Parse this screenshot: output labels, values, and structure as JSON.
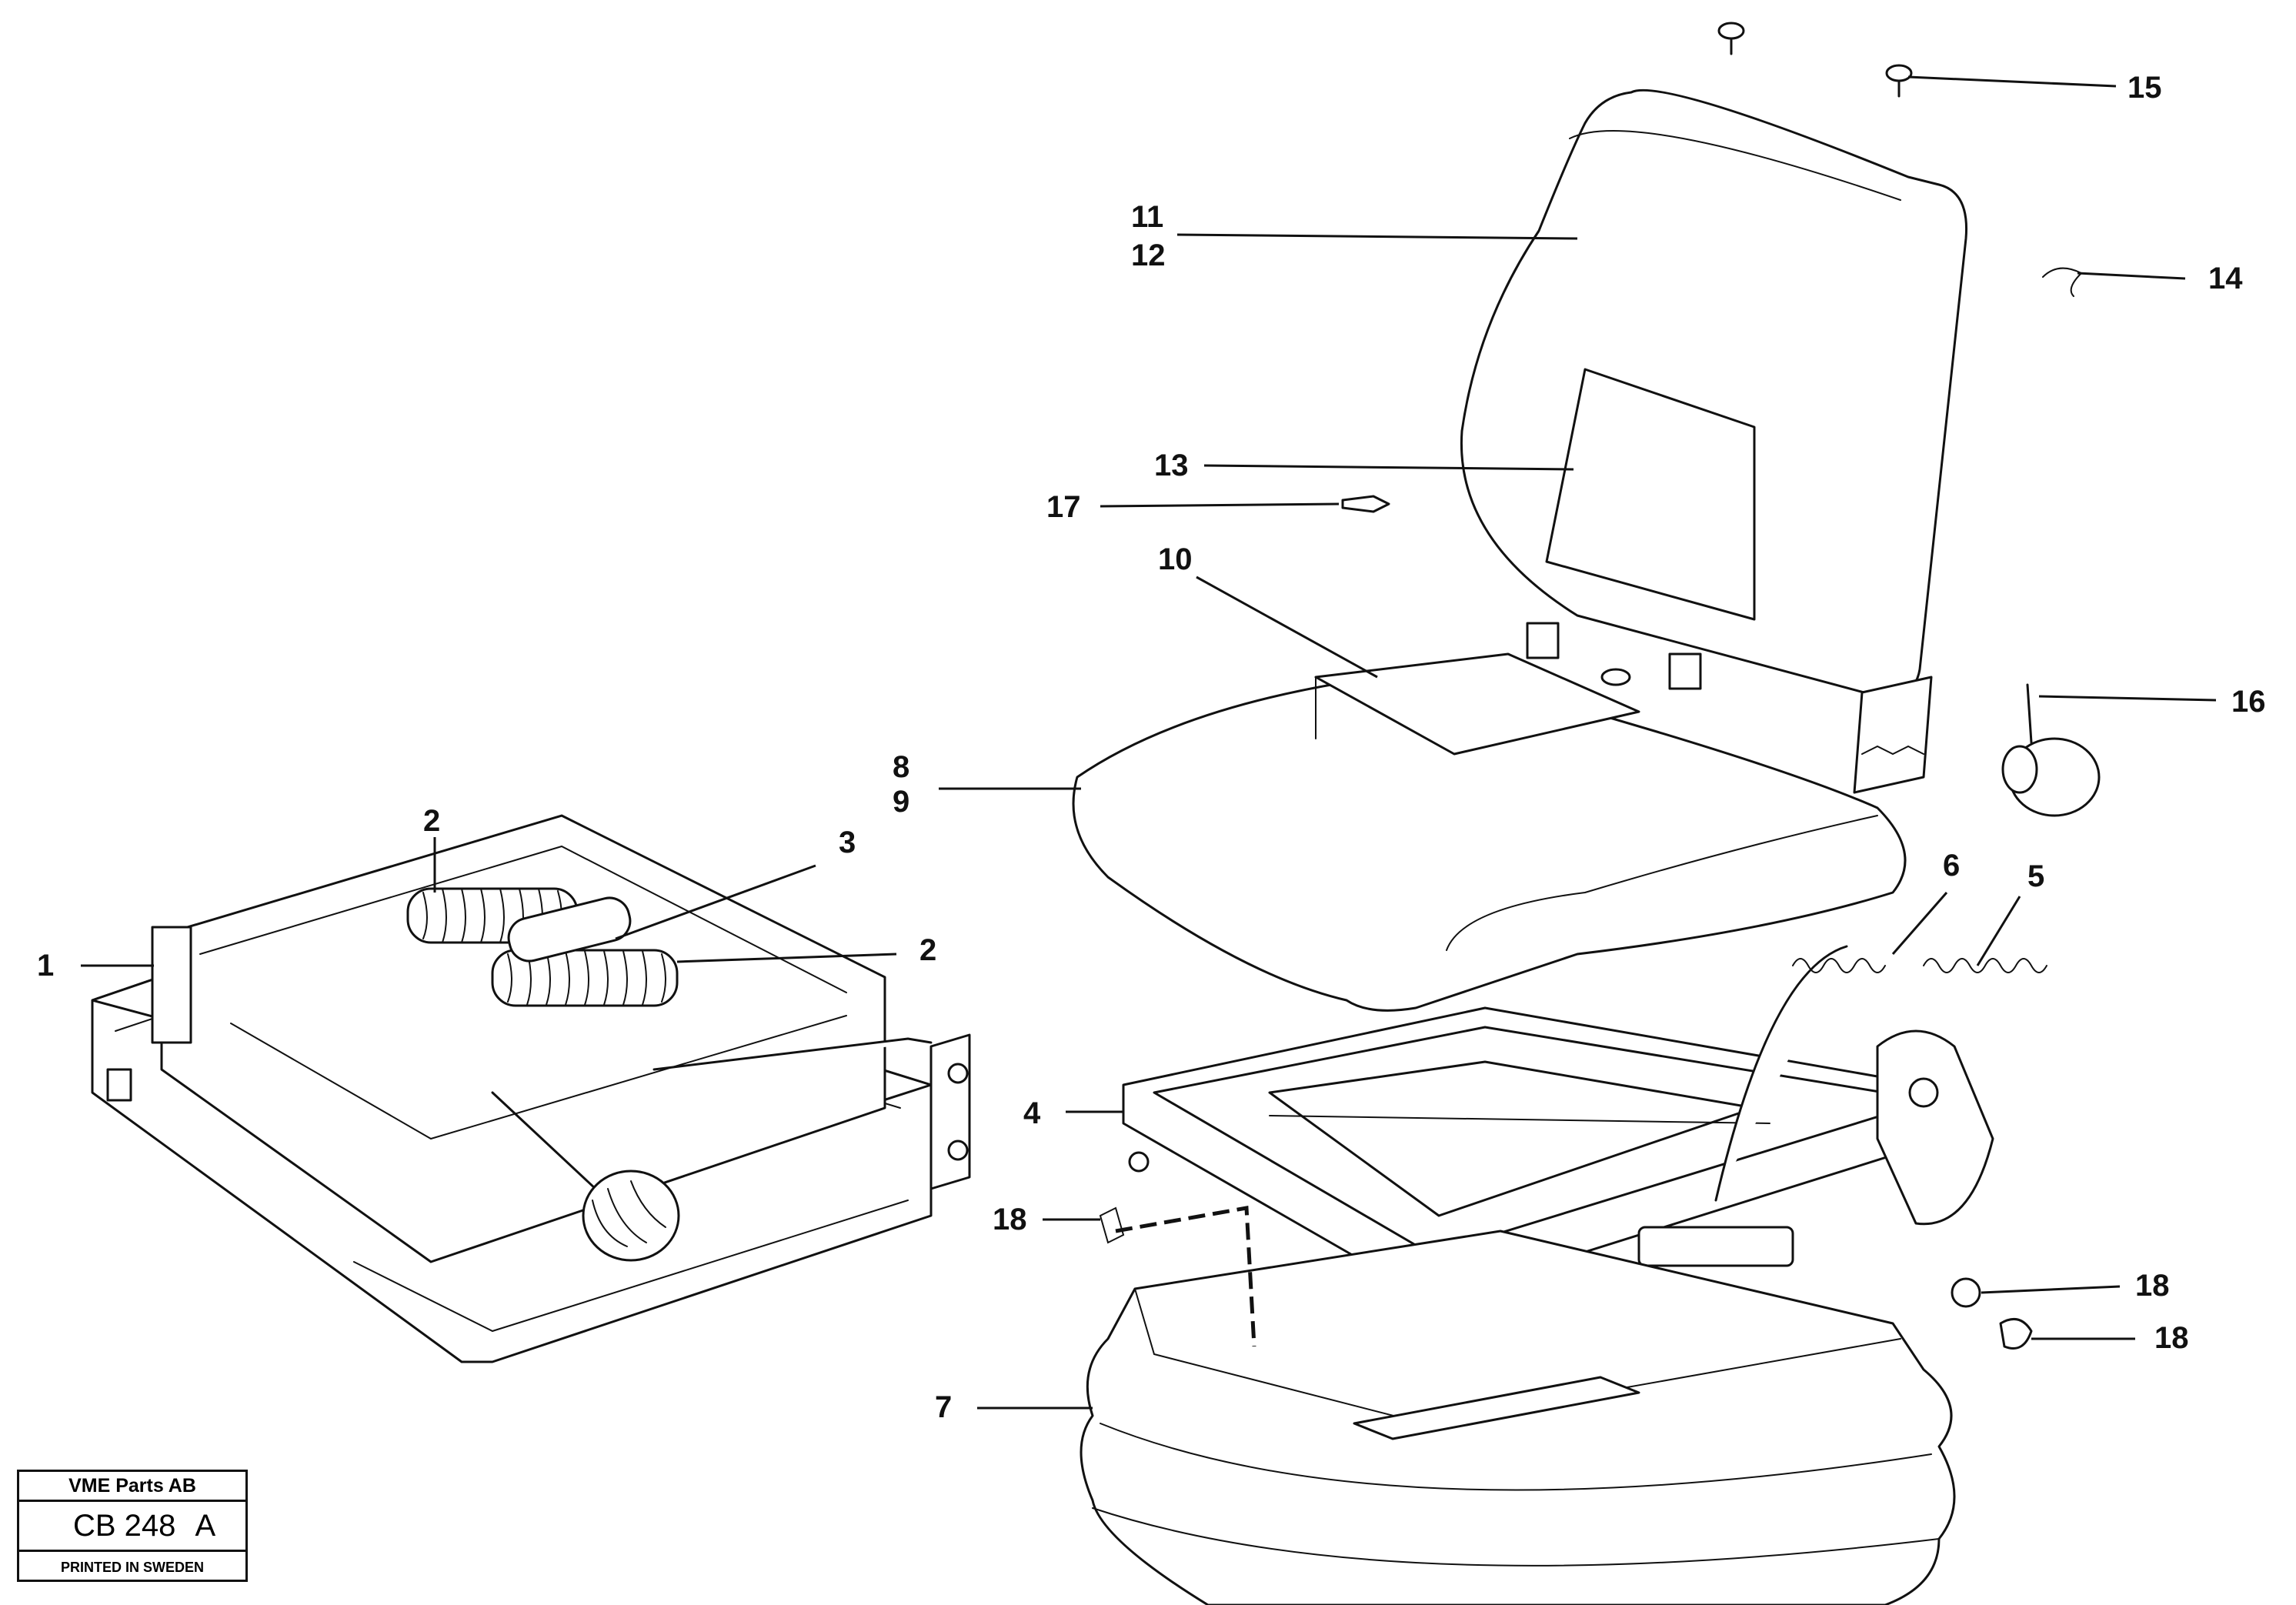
{
  "callouts": [
    {
      "id": "1",
      "label": "1"
    },
    {
      "id": "2a",
      "label": "2"
    },
    {
      "id": "2b",
      "label": "2"
    },
    {
      "id": "3",
      "label": "3"
    },
    {
      "id": "4",
      "label": "4"
    },
    {
      "id": "5",
      "label": "5"
    },
    {
      "id": "6",
      "label": "6"
    },
    {
      "id": "7",
      "label": "7"
    },
    {
      "id": "8",
      "label": "8"
    },
    {
      "id": "9",
      "label": "9"
    },
    {
      "id": "10",
      "label": "10"
    },
    {
      "id": "11",
      "label": "11"
    },
    {
      "id": "12",
      "label": "12"
    },
    {
      "id": "13",
      "label": "13"
    },
    {
      "id": "14",
      "label": "14"
    },
    {
      "id": "15",
      "label": "15"
    },
    {
      "id": "16",
      "label": "16"
    },
    {
      "id": "17",
      "label": "17"
    },
    {
      "id": "18a",
      "label": "18"
    },
    {
      "id": "18b",
      "label": "18"
    },
    {
      "id": "18c",
      "label": "18"
    }
  ],
  "titleblock": {
    "company": "VME Parts AB",
    "drawing_code": "CB 248",
    "revision": "A",
    "footer": "PRINTED IN SWEDEN"
  }
}
